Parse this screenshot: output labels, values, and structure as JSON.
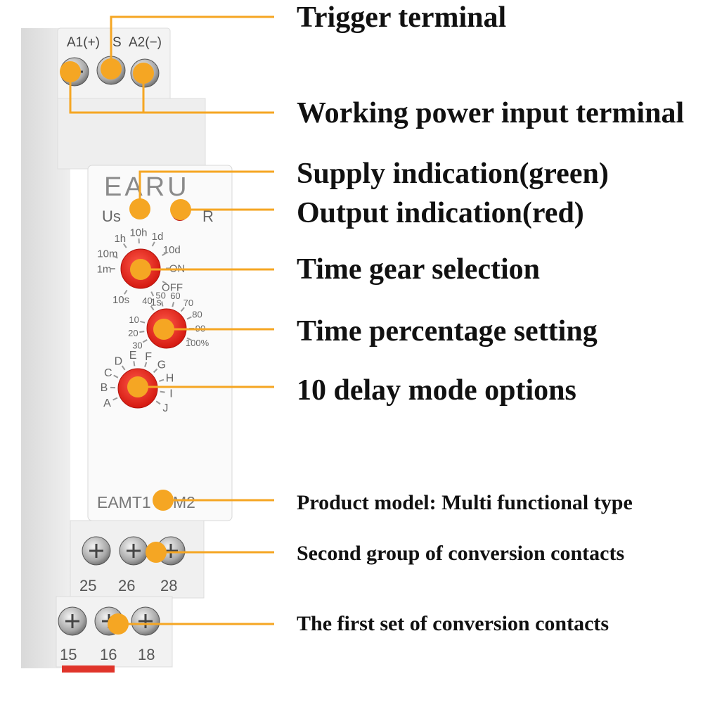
{
  "device": {
    "brand_logo": "EARU",
    "model_label": "EAMT1",
    "model_suffix": "M2",
    "top_terminals": [
      "A1(+)",
      "S",
      "A2(−)"
    ],
    "led_labels": {
      "supply": "Us",
      "output": "R"
    },
    "time_gear_scale": [
      "10m",
      "1h",
      "10h",
      "1d",
      "10d",
      "ON",
      "OFF",
      "1s",
      "10s",
      "1m"
    ],
    "percentage_scale": [
      "40",
      "50",
      "60",
      "70",
      "80",
      "90",
      "100%",
      "30",
      "20",
      "10"
    ],
    "mode_scale": [
      "A",
      "B",
      "C",
      "D",
      "E",
      "F",
      "G",
      "H",
      "I",
      "J"
    ],
    "middle_terminals": [
      "25",
      "26",
      "28"
    ],
    "bottom_terminals": [
      "15",
      "16",
      "18"
    ]
  },
  "callouts": [
    {
      "id": "trigger",
      "text": "Trigger terminal"
    },
    {
      "id": "power",
      "text": "Working power input terminal"
    },
    {
      "id": "supply",
      "text": "Supply indication(green)"
    },
    {
      "id": "output",
      "text": "Output indication(red)"
    },
    {
      "id": "gear",
      "text": "Time gear selection"
    },
    {
      "id": "percent",
      "text": "Time percentage setting"
    },
    {
      "id": "mode",
      "text": "10 delay mode options"
    },
    {
      "id": "model",
      "text": "Product model: Multi functional type"
    },
    {
      "id": "second",
      "text": "Second group of conversion contacts"
    },
    {
      "id": "first",
      "text": "The first set of conversion contacts"
    }
  ],
  "colors": {
    "accent": "#f5a623",
    "knob": "#e8231e",
    "green_led": "#3cb043",
    "red_led": "#c0201a",
    "body": "#f6f6f6"
  }
}
